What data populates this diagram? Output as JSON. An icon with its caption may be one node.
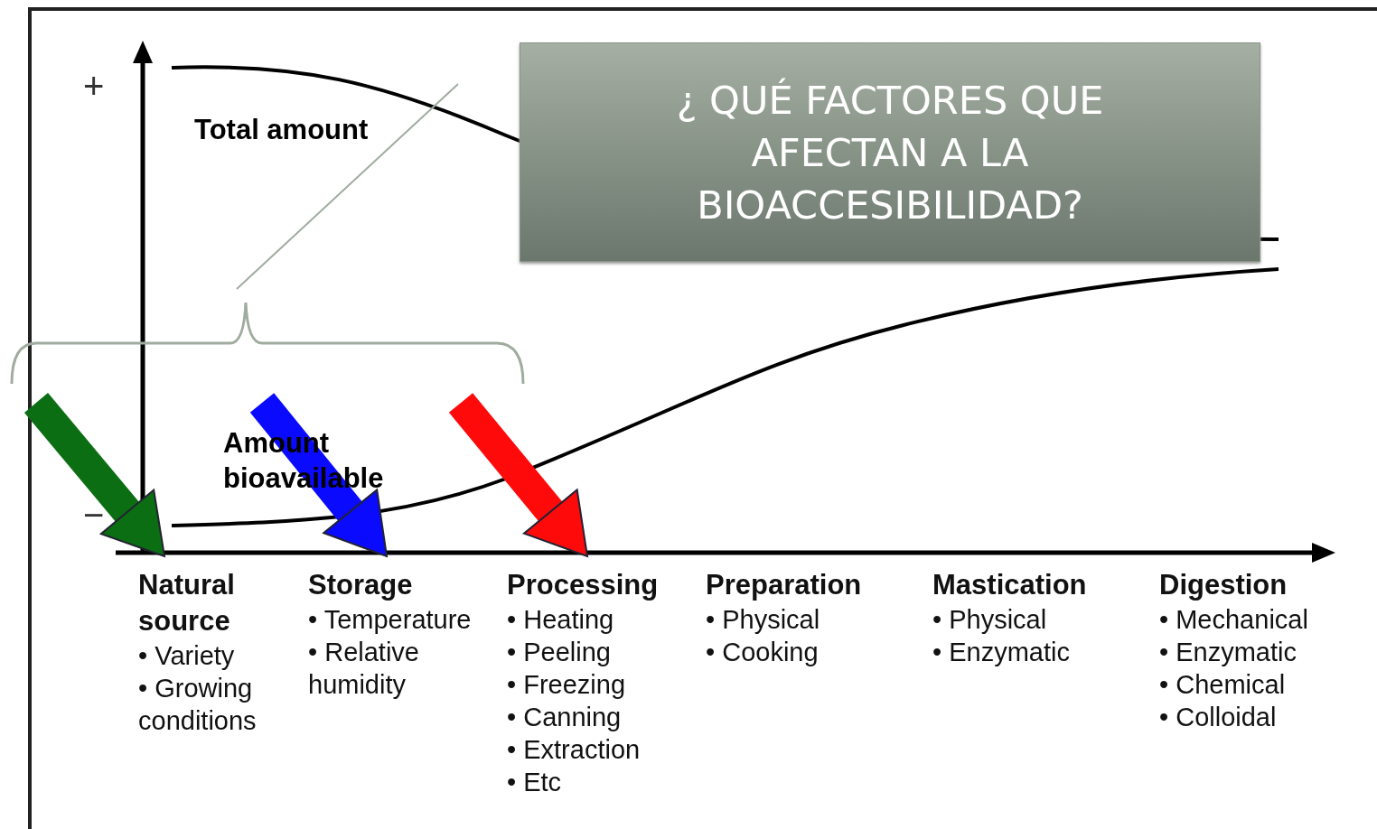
{
  "diagram": {
    "nodes": [
      {
        "text": [
          "¿ QUÉ FACTORES QUE AFECTAN A LA BIOACCESIBILIDAD?"
        ]
      },
      {
        "text": [],
        "shape": "bracket"
      },
      {
        "text": [
          "Natural source",
          "• Variety",
          "• Growing conditions"
        ]
      },
      {
        "text": [
          "Storage",
          "• Temperature",
          "• Relative humidity"
        ]
      },
      {
        "text": [
          "Processing",
          "• Heating",
          "• Peeling",
          "• Freezing",
          "• Canning",
          "• Extraction",
          "• Etc"
        ]
      },
      {
        "text": [
          "Preparation",
          "• Physical",
          "• Cooking"
        ]
      },
      {
        "text": [
          "Mastication",
          "• Physical",
          "• Enzymatic"
        ]
      },
      {
        "text": [
          "Digestion",
          "• Mechanical",
          "• Enzymatic",
          "• Chemical",
          "• Colloidal"
        ]
      }
    ],
    "edges": [
      {
        "from": null,
        "to": 1,
        "arrow": "none",
        "color": "#a0aca0"
      },
      {
        "from": null,
        "to": 2,
        "arrow": "to",
        "color": "#0b6e12"
      },
      {
        "from": null,
        "to": 3,
        "arrow": "to",
        "color": "#0a0aff"
      },
      {
        "from": null,
        "to": 4,
        "arrow": "to",
        "color": "#ff0a0a"
      }
    ],
    "labels": [
      "+",
      "Total amount",
      "Amount bioavailable",
      "−"
    ]
  }
}
